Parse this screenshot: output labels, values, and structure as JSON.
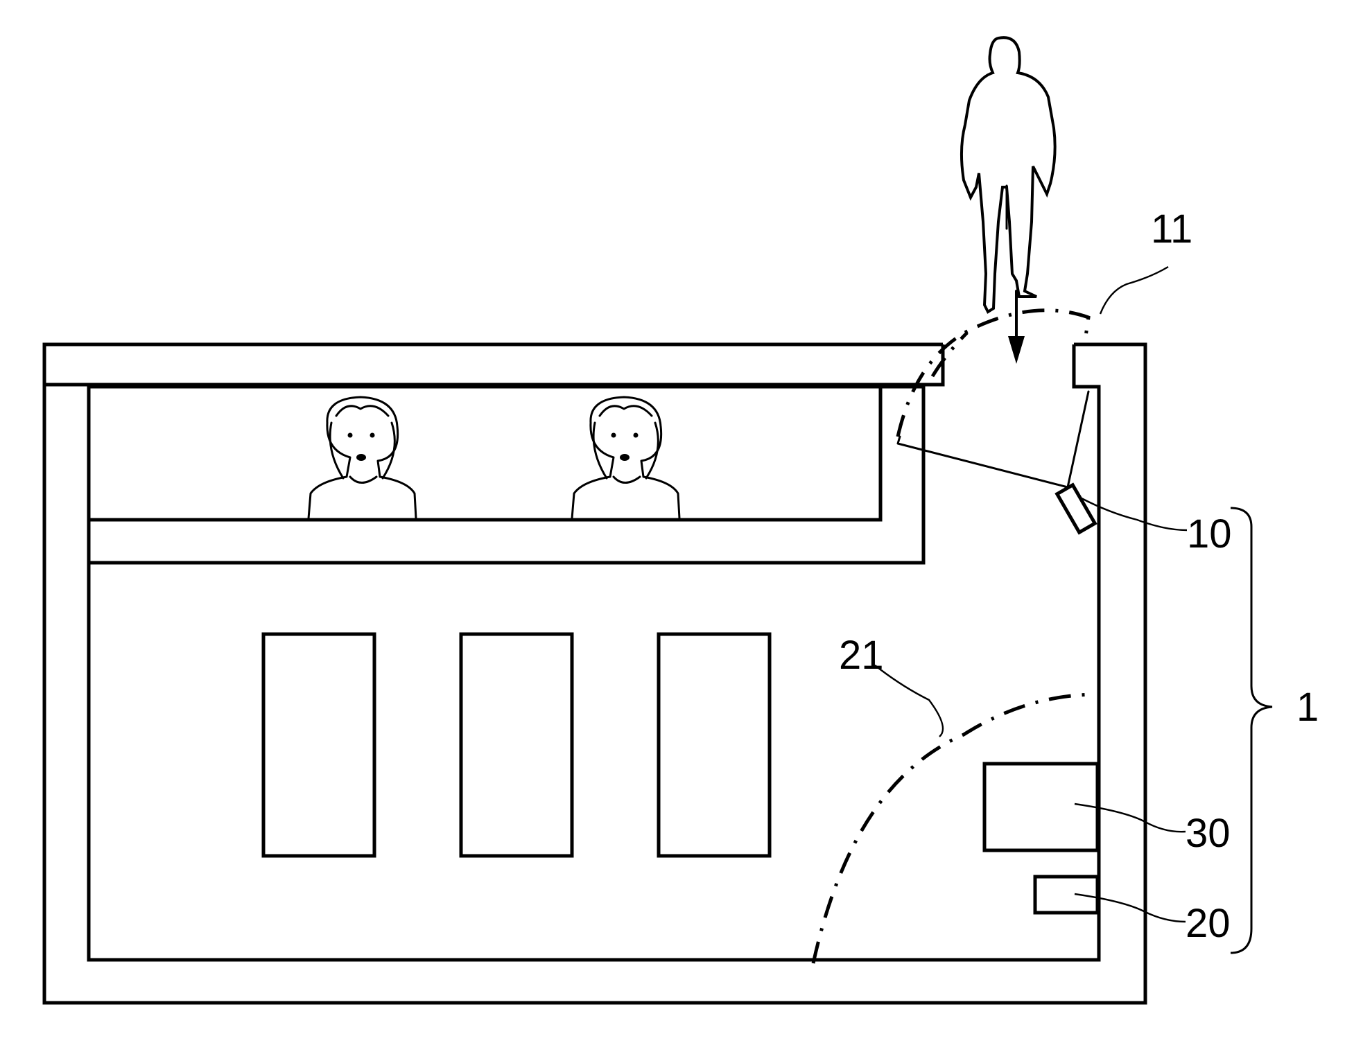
{
  "diagram": {
    "labels": {
      "ref_11": "11",
      "ref_10": "10",
      "ref_1": "1",
      "ref_21": "21",
      "ref_30": "30",
      "ref_20": "20"
    }
  }
}
